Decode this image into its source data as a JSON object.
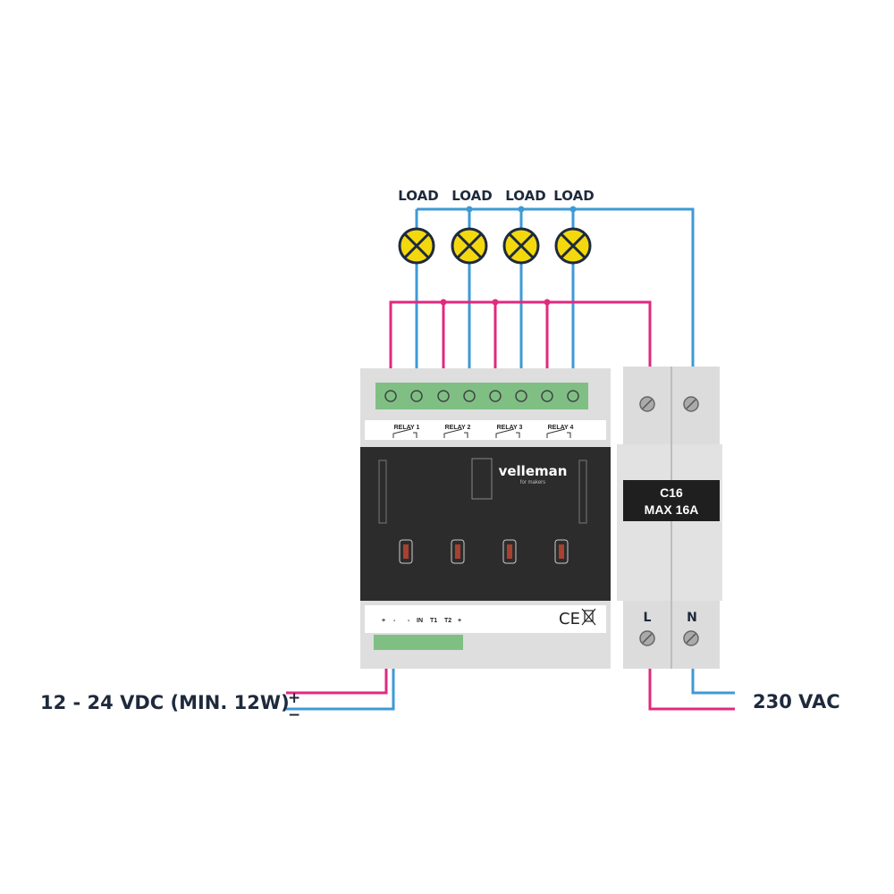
{
  "loads": [
    "LOAD",
    "LOAD",
    "LOAD",
    "LOAD"
  ],
  "relays": [
    "RELAY 1",
    "RELAY 2",
    "RELAY 3",
    "RELAY 4"
  ],
  "module": {
    "brand": "velleman",
    "brand_sub": "for makers",
    "bottom_labels": [
      "+",
      "-",
      "-",
      "IN",
      "T1",
      "T2",
      "+"
    ],
    "ce_mark": "CE"
  },
  "breaker": {
    "rating": "C16",
    "max": "MAX 16A",
    "pole_left": "L",
    "pole_right": "N"
  },
  "supply": {
    "label": "12 - 24 VDC (MIN. 12W)",
    "plus": "+",
    "minus": "−"
  },
  "mains": {
    "label": "230 VAC"
  },
  "colors": {
    "live": "#e0297f",
    "neutral": "#3d9ad6",
    "lamp": "#f3d80e",
    "terminal": "#7fbf84",
    "panel": "#2c2c2c",
    "housing": "#dedede"
  }
}
